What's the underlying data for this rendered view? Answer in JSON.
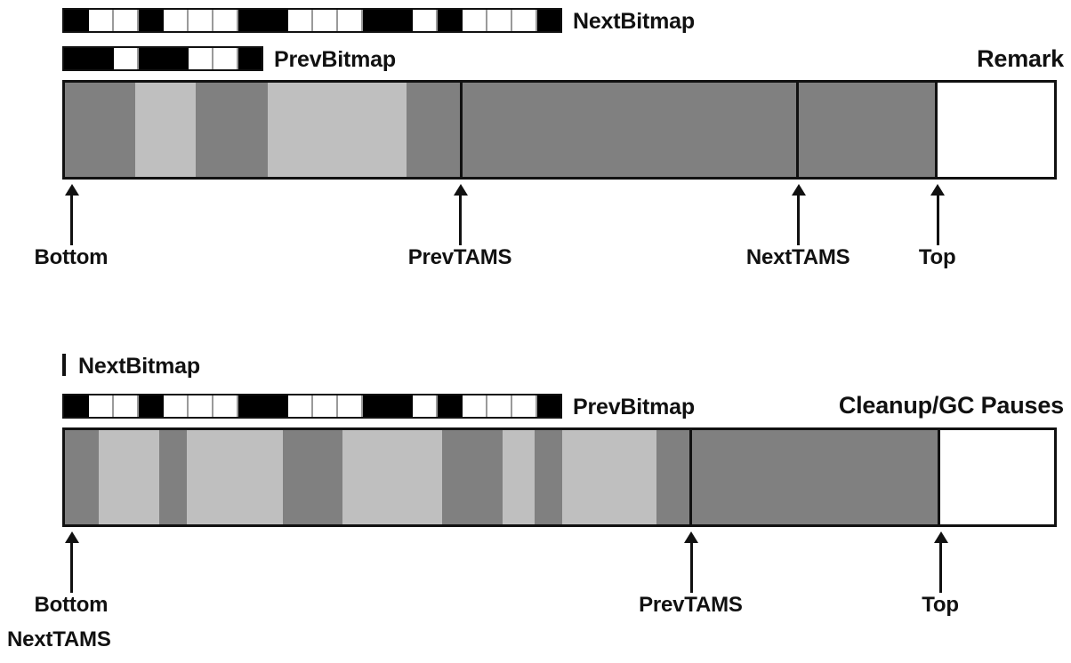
{
  "figure": {
    "description": "G1 heap region bitmap / TAMS diagram with two panels",
    "colors": {
      "ink": "#111111",
      "dark_gray": "#808080",
      "light_gray": "#bfbfbf",
      "white": "#ffffff",
      "cell_separator": "#9a9a9a"
    }
  },
  "panels": [
    {
      "id": "remark",
      "title": "Remark",
      "bitmaps": [
        {
          "label": "NextBitmap",
          "kind": "full",
          "cells": [
            1,
            0,
            0,
            1,
            0,
            0,
            0,
            1,
            1,
            0,
            0,
            0,
            1,
            1,
            0,
            1,
            0,
            0,
            0,
            1
          ],
          "cell_count": 20
        },
        {
          "label": "PrevBitmap",
          "kind": "full",
          "cells": [
            1,
            1,
            0,
            1,
            1,
            0,
            0,
            1
          ],
          "cell_count": 8
        }
      ],
      "heap": {
        "bands": [
          {
            "start_pct": 0.0,
            "end_pct": 7.1,
            "shade": "dark"
          },
          {
            "start_pct": 7.1,
            "end_pct": 13.2,
            "shade": "light"
          },
          {
            "start_pct": 13.2,
            "end_pct": 20.5,
            "shade": "dark"
          },
          {
            "start_pct": 20.5,
            "end_pct": 34.5,
            "shade": "light"
          },
          {
            "start_pct": 34.5,
            "end_pct": 40.0,
            "shade": "dark"
          },
          {
            "start_pct": 40.0,
            "end_pct": 74.0,
            "shade": "dark"
          },
          {
            "start_pct": 74.0,
            "end_pct": 88.0,
            "shade": "dark"
          },
          {
            "start_pct": 88.0,
            "end_pct": 100.0,
            "shade": "white"
          }
        ],
        "dividers_pct": [
          40.0,
          74.0,
          88.0
        ]
      },
      "markers": [
        {
          "label": "Bottom",
          "pos_pct": 0.9
        },
        {
          "label": "PrevTAMS",
          "pos_pct": 40.0
        },
        {
          "label": "NextTAMS",
          "pos_pct": 74.0
        },
        {
          "label": "Top",
          "pos_pct": 88.0
        }
      ]
    },
    {
      "id": "cleanup-gc-pauses",
      "title": "Cleanup/GC Pauses",
      "bitmaps": [
        {
          "label": "NextBitmap",
          "kind": "tick",
          "cells": [],
          "cell_count": 0
        },
        {
          "label": "PrevBitmap",
          "kind": "full",
          "cells": [
            1,
            0,
            0,
            1,
            0,
            0,
            0,
            1,
            1,
            0,
            0,
            0,
            1,
            1,
            0,
            1,
            0,
            0,
            0,
            1
          ],
          "cell_count": 20
        }
      ],
      "heap": {
        "bands": [
          {
            "start_pct": 0.0,
            "end_pct": 3.4,
            "shade": "dark"
          },
          {
            "start_pct": 3.4,
            "end_pct": 9.5,
            "shade": "light"
          },
          {
            "start_pct": 9.5,
            "end_pct": 12.3,
            "shade": "dark"
          },
          {
            "start_pct": 12.3,
            "end_pct": 22.0,
            "shade": "light"
          },
          {
            "start_pct": 22.0,
            "end_pct": 28.1,
            "shade": "dark"
          },
          {
            "start_pct": 28.1,
            "end_pct": 38.1,
            "shade": "light"
          },
          {
            "start_pct": 38.1,
            "end_pct": 44.2,
            "shade": "dark"
          },
          {
            "start_pct": 44.2,
            "end_pct": 47.5,
            "shade": "light"
          },
          {
            "start_pct": 47.5,
            "end_pct": 50.3,
            "shade": "dark"
          },
          {
            "start_pct": 50.3,
            "end_pct": 59.8,
            "shade": "light"
          },
          {
            "start_pct": 59.8,
            "end_pct": 63.2,
            "shade": "dark"
          },
          {
            "start_pct": 63.2,
            "end_pct": 88.3,
            "shade": "dark"
          },
          {
            "start_pct": 88.3,
            "end_pct": 100.0,
            "shade": "white"
          }
        ],
        "dividers_pct": [
          63.2,
          88.3
        ]
      },
      "markers": [
        {
          "label": "Bottom",
          "pos_pct": 0.9
        },
        {
          "label": "PrevTAMS",
          "pos_pct": 63.2
        },
        {
          "label": "Top",
          "pos_pct": 88.3
        }
      ],
      "extra_left_label": "NextTAMS"
    }
  ]
}
